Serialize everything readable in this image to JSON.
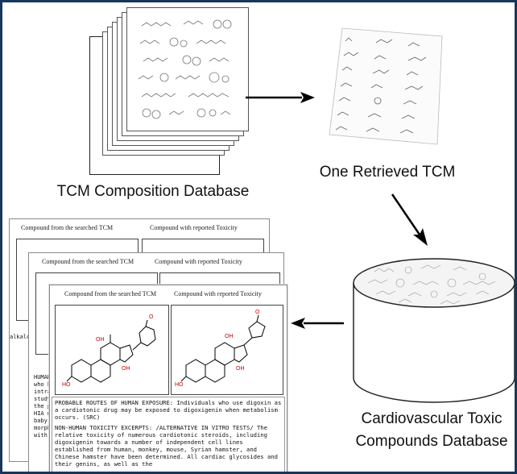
{
  "labels": {
    "tcm_composition_db": "TCM Composition Database",
    "one_retrieved_tcm": "One Retrieved TCM",
    "cardio_db_line1": "Cardiovascular Toxic",
    "cardio_db_line2": "Compounds Database"
  },
  "cards": {
    "left_header": "Compound from the searched TCM",
    "right_header": "Compound with reported Toxicity"
  },
  "toxicity_text": {
    "routes": "PROBABLE ROUTES OF HUMAN EXPOSURE: Individuals who use digoxin as a cardiotonic drug may be exposed to digoxigenin when metabolism occurs. (SRC)",
    "nonhuman": "NON-HUMAN TOXICITY EXCERPTS: /ALTERNATIVE IN VITRO TESTS/ The relative toxicity of numerous cardiotonic steroids, including digoxigenin towards a number of independent cell lines established from human, monkey, mouse, Syrian hamster, and Chinese hamster have been determined. All cardiac glycosides and their genins, as well as the"
  },
  "back_card_fragments": {
    "alkaloid": "alkalοi",
    "human_lines": [
      "HUMAN",
      "who h",
      "intram",
      "study.",
      "the pl",
      "HIA me",
      "baby's",
      "morphi",
      "with d"
    ]
  },
  "colors": {
    "frame_border": "#17365d",
    "arrow": "#000000"
  }
}
